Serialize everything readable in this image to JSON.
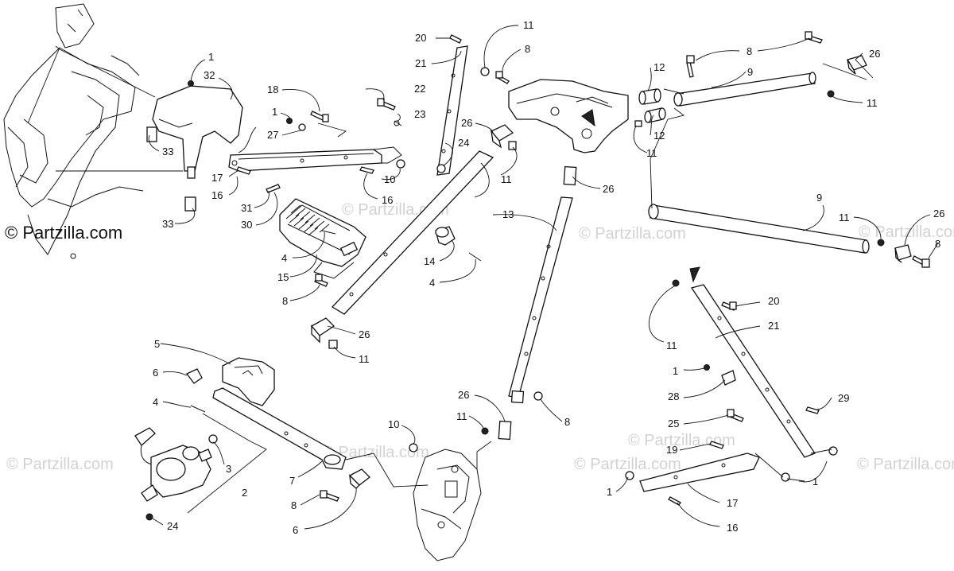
{
  "watermark": {
    "main": "© Partzilla.com",
    "faint": "© Partzilla.com"
  },
  "callouts": [
    {
      "id": "c1a",
      "label": "1"
    },
    {
      "id": "c32",
      "label": "32"
    },
    {
      "id": "c33a",
      "label": "33"
    },
    {
      "id": "c33b",
      "label": "33"
    },
    {
      "id": "c18",
      "label": "18"
    },
    {
      "id": "c1b",
      "label": "1"
    },
    {
      "id": "c27",
      "label": "27"
    },
    {
      "id": "c17a",
      "label": "17"
    },
    {
      "id": "c16a",
      "label": "16"
    },
    {
      "id": "c31",
      "label": "31"
    },
    {
      "id": "c30",
      "label": "30"
    },
    {
      "id": "c10a",
      "label": "10"
    },
    {
      "id": "c16b",
      "label": "16"
    },
    {
      "id": "c20a",
      "label": "20"
    },
    {
      "id": "c21a",
      "label": "21"
    },
    {
      "id": "c22",
      "label": "22"
    },
    {
      "id": "c23",
      "label": "23"
    },
    {
      "id": "c24a",
      "label": "24"
    },
    {
      "id": "c11a",
      "label": "11"
    },
    {
      "id": "c8a",
      "label": "8"
    },
    {
      "id": "c26a",
      "label": "26"
    },
    {
      "id": "c11b",
      "label": "11"
    },
    {
      "id": "c13",
      "label": "13"
    },
    {
      "id": "c26b",
      "label": "26"
    },
    {
      "id": "c4a",
      "label": "4"
    },
    {
      "id": "c15",
      "label": "15"
    },
    {
      "id": "c8b",
      "label": "8"
    },
    {
      "id": "c14",
      "label": "14"
    },
    {
      "id": "c4b",
      "label": "4"
    },
    {
      "id": "c26c",
      "label": "26"
    },
    {
      "id": "c11c",
      "label": "11"
    },
    {
      "id": "c12a",
      "label": "12"
    },
    {
      "id": "c12b",
      "label": "12"
    },
    {
      "id": "c11d",
      "label": "11"
    },
    {
      "id": "c8c",
      "label": "8"
    },
    {
      "id": "c9a",
      "label": "9"
    },
    {
      "id": "c26d",
      "label": "26"
    },
    {
      "id": "c11e",
      "label": "11"
    },
    {
      "id": "c9b",
      "label": "9"
    },
    {
      "id": "c11f",
      "label": "11"
    },
    {
      "id": "c26e",
      "label": "26"
    },
    {
      "id": "c8d",
      "label": "8"
    },
    {
      "id": "c5",
      "label": "5"
    },
    {
      "id": "c6a",
      "label": "6"
    },
    {
      "id": "c4c",
      "label": "4"
    },
    {
      "id": "c3",
      "label": "3"
    },
    {
      "id": "c2",
      "label": "2"
    },
    {
      "id": "c7",
      "label": "7"
    },
    {
      "id": "c8e",
      "label": "8"
    },
    {
      "id": "c6b",
      "label": "6"
    },
    {
      "id": "c24b",
      "label": "24"
    },
    {
      "id": "c10b",
      "label": "10"
    },
    {
      "id": "c26f",
      "label": "26"
    },
    {
      "id": "c11g",
      "label": "11"
    },
    {
      "id": "c8f",
      "label": "8"
    },
    {
      "id": "c20b",
      "label": "20"
    },
    {
      "id": "c21b",
      "label": "21"
    },
    {
      "id": "c11h",
      "label": "11"
    },
    {
      "id": "c1c",
      "label": "1"
    },
    {
      "id": "c28",
      "label": "28"
    },
    {
      "id": "c29",
      "label": "29"
    },
    {
      "id": "c25",
      "label": "25"
    },
    {
      "id": "c19",
      "label": "19"
    },
    {
      "id": "c1d",
      "label": "1"
    },
    {
      "id": "c1e",
      "label": "1"
    },
    {
      "id": "c17b",
      "label": "17"
    },
    {
      "id": "c16c",
      "label": "16"
    }
  ]
}
